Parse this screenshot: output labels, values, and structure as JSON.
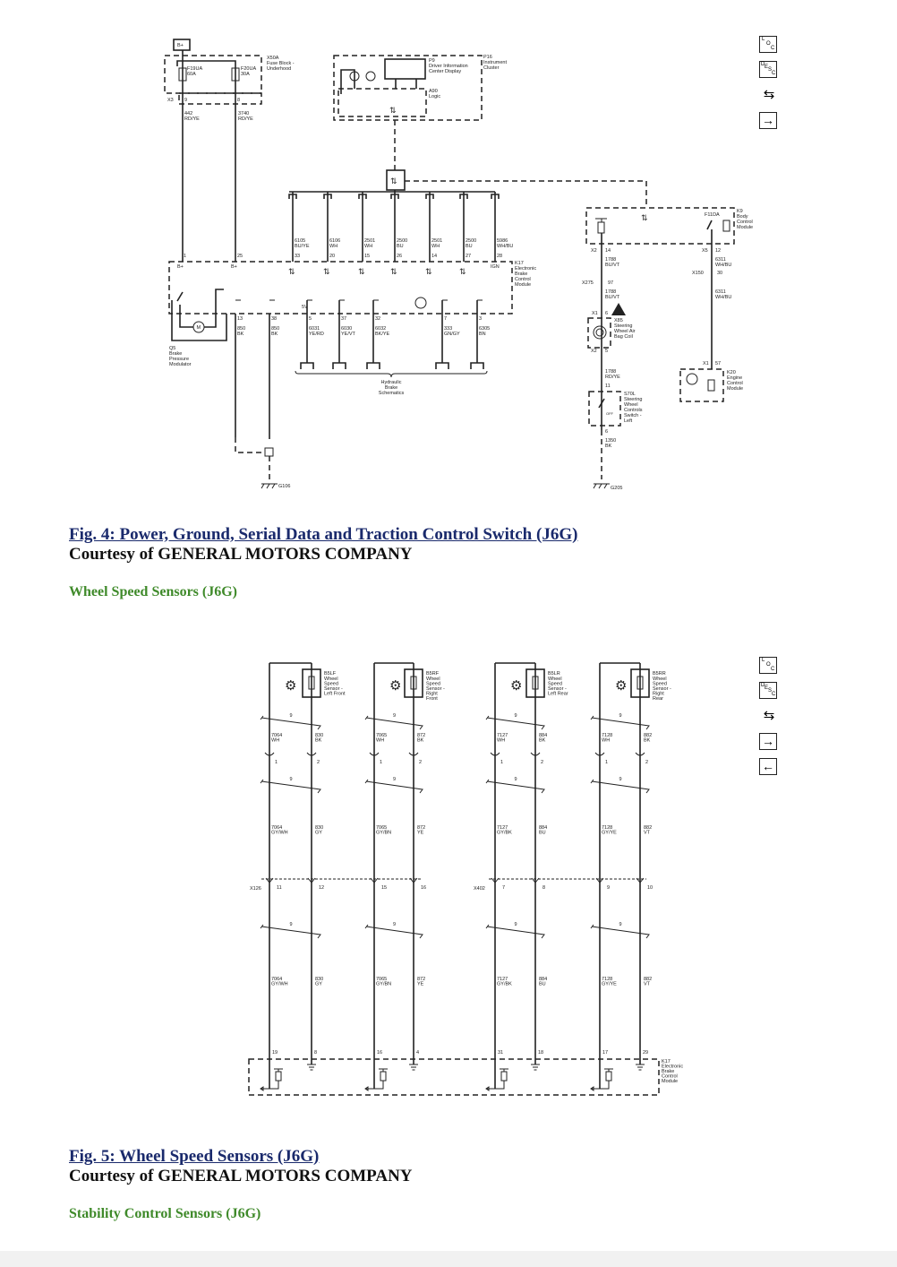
{
  "fig4": {
    "bplus": "B+",
    "fuse_block": {
      "id": "X50A",
      "name_lines": [
        "Fuse Block -",
        "Underhood"
      ],
      "fuses": [
        {
          "id": "F19UA",
          "rating": "60A"
        },
        {
          "id": "F20UA",
          "rating": "30A"
        }
      ],
      "connector": "X3",
      "pins": [
        "9",
        "8"
      ],
      "wires": [
        {
          "circuit": "442",
          "color": "RD/YE"
        },
        {
          "circuit": "3740",
          "color": "RD/YE"
        }
      ]
    },
    "cluster": {
      "id": "P16",
      "name_lines": [
        "Instrument",
        "Cluster"
      ],
      "display_id": "P9",
      "display_lines": [
        "Driver Information",
        "Center Display"
      ],
      "logic_id": "A90",
      "logic_name": "Logic"
    },
    "ebcm": {
      "id": "K17",
      "name_lines": [
        "Electronic",
        "Brake",
        "Control",
        "Module"
      ],
      "power_pins": [
        {
          "pin": "1",
          "label": "B+"
        },
        {
          "pin": "25",
          "label": "B+"
        }
      ],
      "data_wires": [
        {
          "circuit": "6105",
          "color": "BU/YE",
          "pin": "33"
        },
        {
          "circuit": "6106",
          "color": "WH",
          "pin": "20"
        },
        {
          "circuit": "2501",
          "color": "WH",
          "pin": "15"
        },
        {
          "circuit": "2500",
          "color": "BU",
          "pin": "26"
        },
        {
          "circuit": "2501",
          "color": "WH",
          "pin": "14"
        },
        {
          "circuit": "2500",
          "color": "BU",
          "pin": "27"
        },
        {
          "circuit": "5986",
          "color": "WH/BU",
          "pin": "28"
        }
      ],
      "ign_label": "IGN",
      "fivev_label": "5V",
      "lower_wires": [
        {
          "pin": "13",
          "circuit": "850",
          "color": "BK"
        },
        {
          "pin": "38",
          "circuit": "850",
          "color": "BK"
        },
        {
          "pin": "5",
          "circuit": "6031",
          "color": "YE/RD"
        },
        {
          "pin": "37",
          "circuit": "6030",
          "color": "YE/VT"
        },
        {
          "pin": "32",
          "circuit": "6032",
          "color": "BK/YE"
        },
        {
          "pin": "7",
          "circuit": "333",
          "color": "GN/GY"
        },
        {
          "pin": "3",
          "circuit": "6305",
          "color": "BN"
        }
      ]
    },
    "modulator": {
      "id": "Q5",
      "name_lines": [
        "Brake",
        "Pressure",
        "Modulator"
      ],
      "motor": "M"
    },
    "hydraulic_lines": [
      "Hydraulic",
      "Brake",
      "Schematics"
    ],
    "ground_left": "G106",
    "bcm": {
      "id": "K9",
      "name_lines": [
        "Body",
        "Control",
        "Module"
      ],
      "fuse": "F11DA"
    },
    "left_chain": {
      "c1": "X2",
      "p1": "14",
      "w1c": "1788",
      "w1k": "BU/VT",
      "c2": "X275",
      "p2": "97",
      "w2c": "1788",
      "w2k": "BU/VT",
      "c3": "X1",
      "p3": "6",
      "coil_id": "X85",
      "coil_lines": [
        "Steering",
        "Wheel Air",
        "Bag Coil"
      ],
      "c4": "X2",
      "p4": "5",
      "w3c": "1788",
      "w3k": "RD/YE",
      "p5": "11",
      "switch_id": "S70L",
      "switch_lines": [
        "Steering",
        "Wheel",
        "Controls",
        "Switch -",
        "Left"
      ],
      "switch_off": "OFF",
      "p6": "6",
      "w4c": "1350",
      "w4k": "BK",
      "ground": "G205"
    },
    "right_chain": {
      "c1": "X5",
      "p1": "12",
      "w1c": "6311",
      "w1k": "WH/BU",
      "c2": "X150",
      "p2": "30",
      "w2c": "6311",
      "w2k": "WH/BU",
      "c3": "X1",
      "p3": "57",
      "ecm_id": "K20",
      "ecm_lines": [
        "Engine",
        "Control",
        "Module"
      ]
    }
  },
  "fig4_caption": {
    "title": "Fig. 4: Power, Ground, Serial Data and Traction Control Switch (J6G)",
    "courtesy": "Courtesy of GENERAL MOTORS COMPANY"
  },
  "section_wheel": "Wheel Speed Sensors (J6G)",
  "fig5": {
    "twist_label": "9",
    "connector_left": "X126",
    "connector_right": "X402",
    "module_lines": [
      "K17",
      "Electronic",
      "Brake",
      "Control",
      "Module"
    ],
    "sensors": [
      {
        "id": "B5LF",
        "name_lines": [
          "Wheel",
          "Speed",
          "Sensor -",
          "Left Front"
        ],
        "sig": "7064",
        "gnd": "830",
        "c1": [
          "WH",
          "BK"
        ],
        "c2": [
          "GY/WH",
          "GY"
        ],
        "c3": [
          "GY/WH",
          "GY"
        ],
        "inline": [
          "1",
          "2"
        ],
        "mid": [
          "11",
          "12"
        ],
        "ebcm": [
          "19",
          "8"
        ]
      },
      {
        "id": "B5RF",
        "name_lines": [
          "Wheel",
          "Speed",
          "Sensor -",
          "Right",
          "Front"
        ],
        "sig": "7065",
        "gnd": "872",
        "c1": [
          "WH",
          "BK"
        ],
        "c2": [
          "GY/BN",
          "YE"
        ],
        "c3": [
          "GY/BN",
          "YE"
        ],
        "inline": [
          "1",
          "2"
        ],
        "mid": [
          "15",
          "16"
        ],
        "ebcm": [
          "16",
          "4"
        ]
      },
      {
        "id": "B5LR",
        "name_lines": [
          "Wheel",
          "Speed",
          "Sensor -",
          "Left Rear"
        ],
        "sig": "7127",
        "gnd": "884",
        "c1": [
          "WH",
          "BK"
        ],
        "c2": [
          "GY/BK",
          "BU"
        ],
        "c3": [
          "GY/BK",
          "BU"
        ],
        "inline": [
          "1",
          "2"
        ],
        "mid": [
          "7",
          "8"
        ],
        "ebcm": [
          "31",
          "18"
        ]
      },
      {
        "id": "B5RR",
        "name_lines": [
          "Wheel",
          "Speed",
          "Sensor -",
          "Right",
          "Rear"
        ],
        "sig": "7128",
        "gnd": "882",
        "c1": [
          "WH",
          "BK"
        ],
        "c2": [
          "GY/YE",
          "VT"
        ],
        "c3": [
          "GY/YE",
          "VT"
        ],
        "inline": [
          "1",
          "2"
        ],
        "mid": [
          "9",
          "10"
        ],
        "ebcm": [
          "17",
          "29"
        ]
      }
    ]
  },
  "fig5_caption": {
    "title": "Fig. 5: Wheel Speed Sensors (J6G)",
    "courtesy": "Courtesy of GENERAL MOTORS COMPANY"
  },
  "section_stability": "Stability Control Sensors (J6G)",
  "side_tools": {
    "loc": [
      "L",
      "O",
      "C"
    ],
    "desc": [
      "D",
      "E",
      "S",
      "C"
    ],
    "next": "→",
    "prev": "←"
  }
}
